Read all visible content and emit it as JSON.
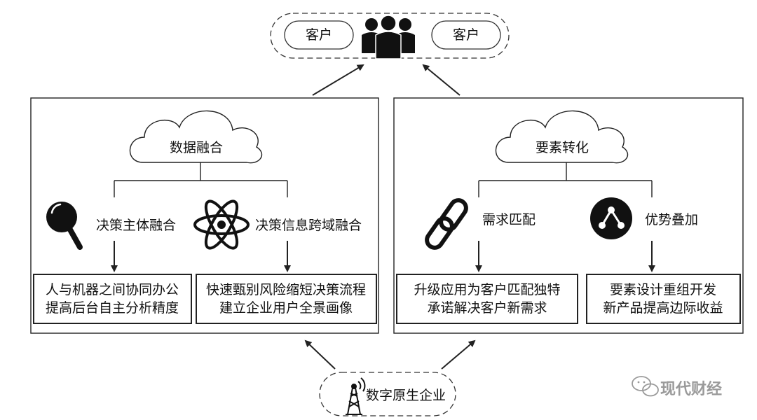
{
  "top": {
    "customer_left": "客户",
    "customer_right": "客户"
  },
  "left_panel": {
    "cloud_label": "数据融合",
    "branch1_label": "决策主体融合",
    "branch2_label": "决策信息跨域融合",
    "box1_line1": "人与机器之间协同办公",
    "box1_line2": "提高后台自主分析精度",
    "box2_line1": "快速甄别风险缩短决策流程",
    "box2_line2": "建立企业用户全景画像"
  },
  "right_panel": {
    "cloud_label": "要素转化",
    "branch1_label": "需求匹配",
    "branch2_label": "优势叠加",
    "box1_line1": "升级应用为客户匹配独特",
    "box1_line2": "承诺解决客户新需求",
    "box2_line1": "要素设计重组开发",
    "box2_line2": "新产品提高边际收益"
  },
  "bottom": {
    "enterprise_label": "数字原生企业"
  },
  "watermark": {
    "text": "现代财经"
  },
  "icons": {
    "users": "users-group-icon",
    "magnifier": "magnifier-icon",
    "atom": "atom-icon",
    "chain": "chain-link-icon",
    "share": "share-nodes-icon",
    "tower": "signal-tower-icon",
    "wechat": "wechat-icon"
  },
  "colors": {
    "stroke": "#222222",
    "icon_fill": "#111111",
    "watermark": "#9a9a9a"
  }
}
